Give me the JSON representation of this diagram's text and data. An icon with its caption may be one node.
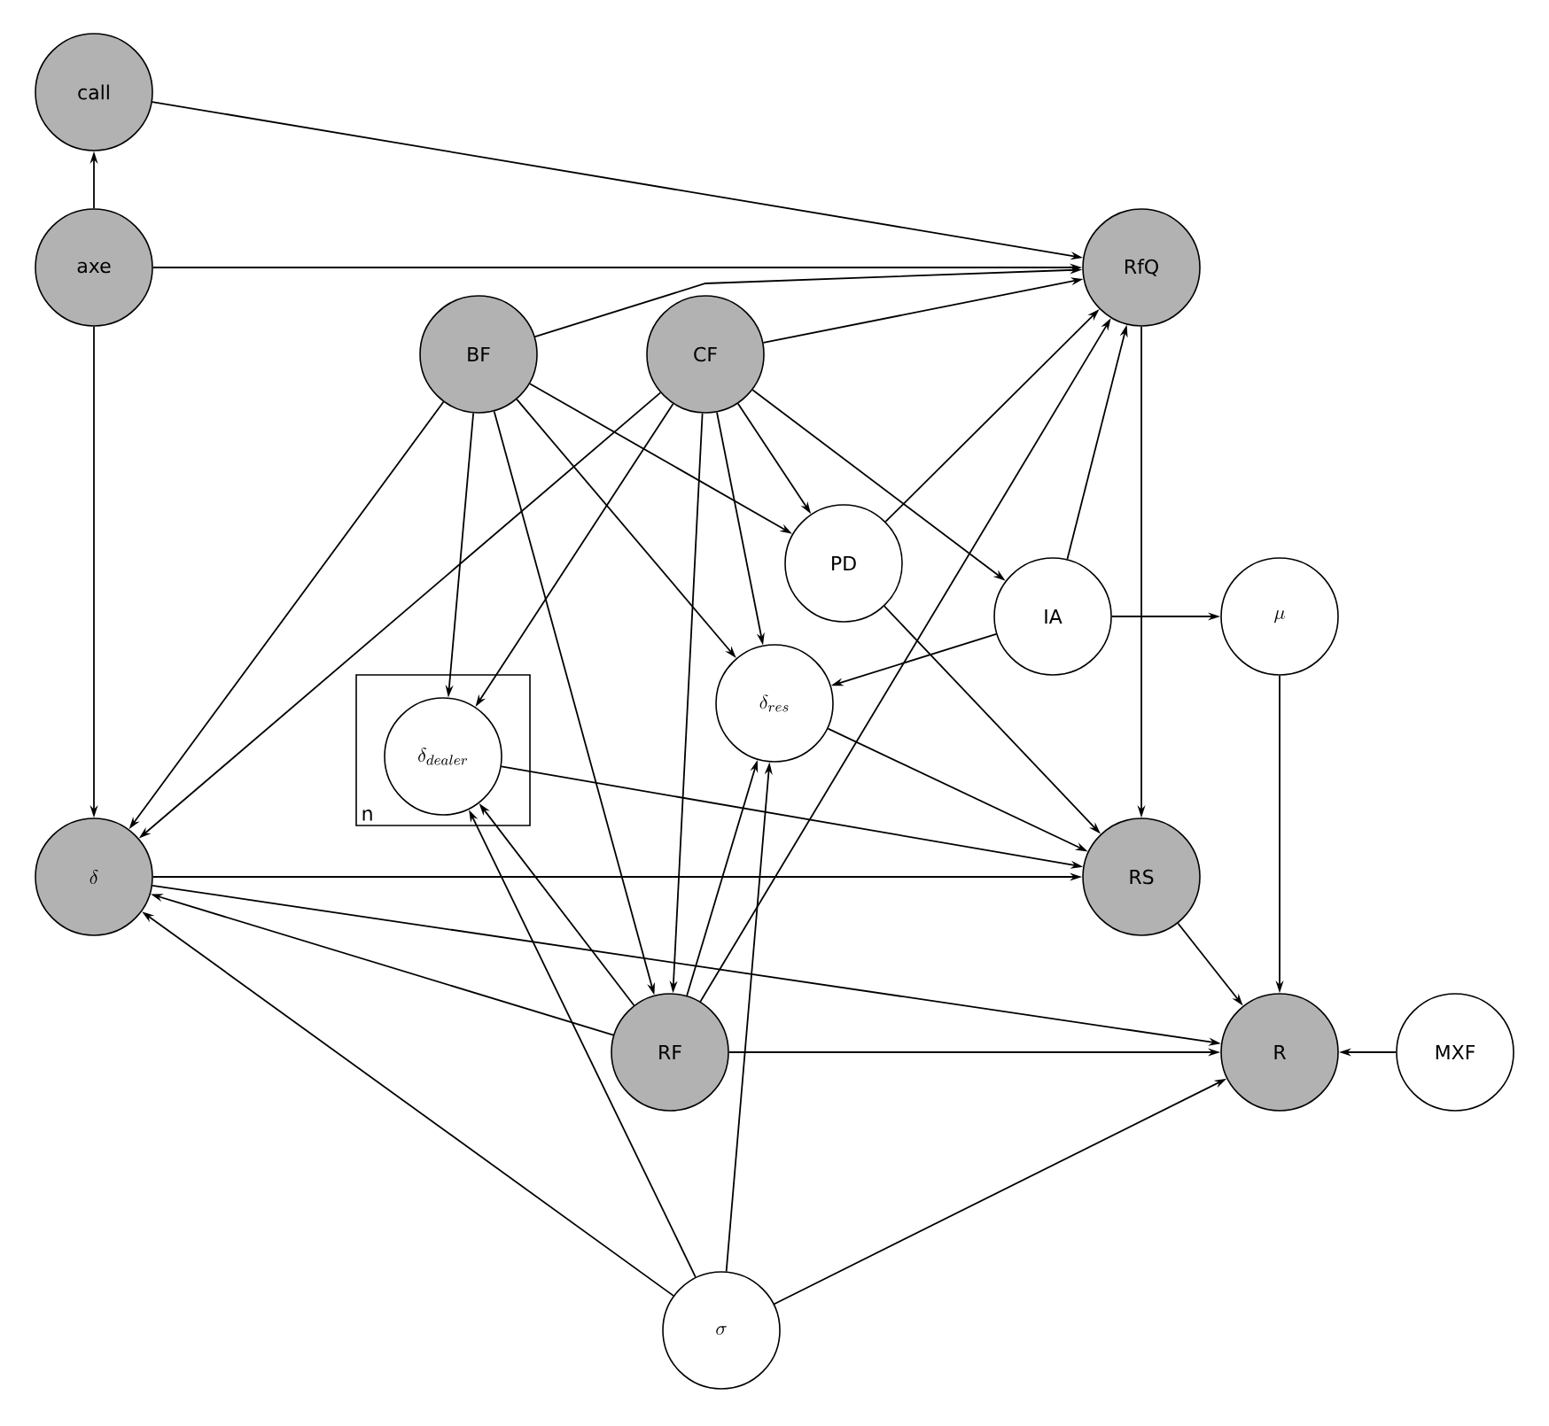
{
  "diagram": {
    "nodes": [
      {
        "text": [
          "call"
        ]
      },
      {
        "text": [
          "axe"
        ]
      },
      {
        "text": [
          "RfQ"
        ]
      },
      {
        "text": [
          "BF"
        ]
      },
      {
        "text": [
          "CF"
        ]
      },
      {
        "text": [
          "PD"
        ]
      },
      {
        "text": [
          "IA"
        ]
      },
      {
        "text": [
          "\\mu"
        ]
      },
      {
        "text": [
          "\\delta_{res}"
        ]
      },
      {
        "text": [
          "n"
        ]
      },
      {
        "text": [
          "\\delta_{dealer}"
        ],
        "in": 9
      },
      {
        "text": [
          "\\delta"
        ]
      },
      {
        "text": [
          "RS"
        ]
      },
      {
        "text": [
          "RF"
        ]
      },
      {
        "text": [
          "R"
        ]
      },
      {
        "text": [
          "MXF"
        ]
      },
      {
        "text": [
          "\\sigma"
        ]
      }
    ],
    "edges": [
      {
        "from": 1,
        "to": 0,
        "arrow": "to"
      },
      {
        "from": 0,
        "to": 2,
        "arrow": "to"
      },
      {
        "from": 1,
        "to": 2,
        "arrow": "to"
      },
      {
        "from": 1,
        "to": 11,
        "arrow": "to"
      },
      {
        "from": 3,
        "to": 2,
        "arrow": "to"
      },
      {
        "from": 4,
        "to": 2,
        "arrow": "to"
      },
      {
        "from": 3,
        "to": 11,
        "arrow": "to"
      },
      {
        "from": 3,
        "to": 10,
        "arrow": "to"
      },
      {
        "from": 3,
        "to": 13,
        "arrow": "to"
      },
      {
        "from": 3,
        "to": 5,
        "arrow": "to"
      },
      {
        "from": 3,
        "to": 8,
        "arrow": "to"
      },
      {
        "from": 4,
        "to": 11,
        "arrow": "to"
      },
      {
        "from": 4,
        "to": 10,
        "arrow": "to"
      },
      {
        "from": 4,
        "to": 13,
        "arrow": "to"
      },
      {
        "from": 4,
        "to": 8,
        "arrow": "to"
      },
      {
        "from": 4,
        "to": 5,
        "arrow": "to"
      },
      {
        "from": 4,
        "to": 6,
        "arrow": "to"
      },
      {
        "from": 5,
        "to": 2,
        "arrow": "to"
      },
      {
        "from": 5,
        "to": 12,
        "arrow": "to"
      },
      {
        "from": 6,
        "to": 2,
        "arrow": "to"
      },
      {
        "from": 6,
        "to": 7,
        "arrow": "to"
      },
      {
        "from": 6,
        "to": 8,
        "arrow": "to"
      },
      {
        "from": 2,
        "to": 12,
        "arrow": "to"
      },
      {
        "from": 7,
        "to": 14,
        "arrow": "to"
      },
      {
        "from": 10,
        "to": 12,
        "arrow": "to"
      },
      {
        "from": 8,
        "to": 12,
        "arrow": "to"
      },
      {
        "from": 11,
        "to": 12,
        "arrow": "to"
      },
      {
        "from": 11,
        "to": 14,
        "arrow": "to"
      },
      {
        "from": 12,
        "to": 14,
        "arrow": "to"
      },
      {
        "from": 13,
        "to": 11,
        "arrow": "to"
      },
      {
        "from": 13,
        "to": 10,
        "arrow": "to"
      },
      {
        "from": 13,
        "to": 2,
        "arrow": "to"
      },
      {
        "from": 13,
        "to": 8,
        "arrow": "to"
      },
      {
        "from": 13,
        "to": 14,
        "arrow": "to"
      },
      {
        "from": 15,
        "to": 14,
        "arrow": "to"
      },
      {
        "from": 16,
        "to": 11,
        "arrow": "to"
      },
      {
        "from": 16,
        "to": 10,
        "arrow": "to"
      },
      {
        "from": 16,
        "to": 8,
        "arrow": "to"
      },
      {
        "from": 16,
        "to": 14,
        "arrow": "to"
      }
    ]
  }
}
